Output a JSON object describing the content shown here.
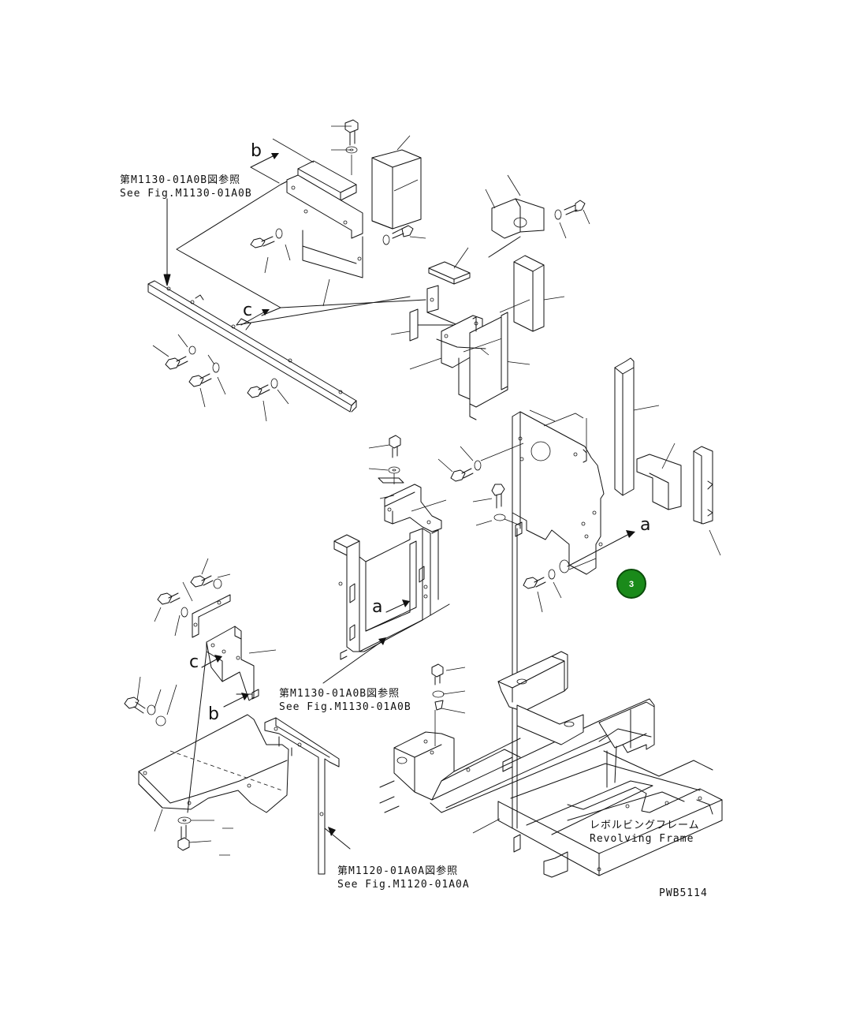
{
  "refs": {
    "top_left_jp": "第M1130-01A0B図参照",
    "top_left_en": "See Fig.M1130-01A0B",
    "middle_jp": "第M1130-01A0B図参照",
    "middle_en": "See Fig.M1130-01A0B",
    "bottom_jp": "第M1120-01A0A図参照",
    "bottom_en": "See Fig.M1120-01A0A",
    "frame_jp": "レボルビングフレーム",
    "frame_en": "Revolving Frame"
  },
  "view_letters": {
    "b_top": "b",
    "c_top": "c",
    "a_right": "a",
    "a_center": "a",
    "c_lower": "c",
    "b_lower": "b"
  },
  "drawing_code": "PWB5114",
  "callout": {
    "number": "3",
    "color": "#1a8a1a",
    "ring": "#0b4d0b"
  }
}
